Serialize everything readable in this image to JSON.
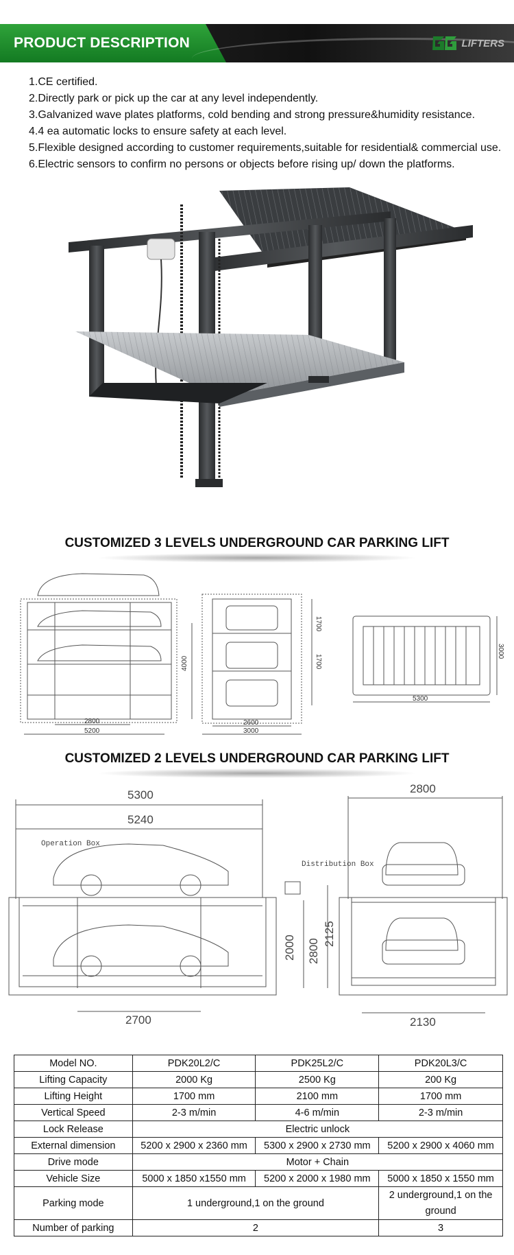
{
  "banner": {
    "title": "PRODUCT DESCRIPTION",
    "brand": "LIFTERS"
  },
  "features": [
    "1.CE certified.",
    "2.Directly park or pick up the car at any level independently.",
    "3.Galvanized wave plates platforms, cold bending and strong pressure&humidity resistance.",
    "4.4 ea automatic locks to ensure safety at each level.",
    "5.Flexible designed according to customer requirements,suitable for residential& commercial use.",
    "6.Electric sensors to confirm no persons or objects before rising up/ down the platforms."
  ],
  "section3": {
    "title": "CUSTOMIZED 3 LEVELS UNDERGROUND CAR PARKING LIFT",
    "dims": {
      "level_h1": "1700",
      "level_h2": "1700",
      "depth": "4000",
      "inner_w": "2800",
      "outer_w": "5200",
      "side_inner": "2600",
      "side_outer": "3000",
      "top_len": "5300",
      "top_w": "3000"
    }
  },
  "section2": {
    "title": "CUSTOMIZED 2 LEVELS UNDERGROUND CAR PARKING LIFT",
    "dims": {
      "outer_len": "5300",
      "inner_len": "5240",
      "pit_len": "2700",
      "pit_depth": "2000",
      "total_depth": "2800",
      "side_depth": "2125",
      "side_width_top": "2800",
      "side_width_bottom": "2130"
    },
    "labels": {
      "operation_box": "Operation Box",
      "distribution_box": "Distribution Box"
    }
  },
  "table": {
    "header": [
      "Model NO.",
      "PDK20L2/C",
      "PDK25L2/C",
      "PDK20L3/C"
    ],
    "lifting_capacity": [
      "Lifting Capacity",
      "2000 Kg",
      "2500 Kg",
      "200 Kg"
    ],
    "lifting_height": [
      "Lifting Height",
      "1700 mm",
      "2100 mm",
      "1700 mm"
    ],
    "vertical_speed": [
      "Vertical Speed",
      "2-3 m/min",
      "4-6 m/min",
      "2-3 m/min"
    ],
    "lock_release": [
      "Lock Release",
      "Electric unlock"
    ],
    "external_dimension": [
      "External dimension",
      "5200 x 2900 x 2360 mm",
      "5300 x 2900 x 2730 mm",
      "5200 x 2900 x 4060 mm"
    ],
    "drive_mode": [
      "Drive mode",
      "Motor + Chain"
    ],
    "vehicle_size": [
      "Vehicle Size",
      "5000 x 1850 x1550 mm",
      "5200 x 2000 x 1980 mm",
      "5000 x 1850 x 1550 mm"
    ],
    "parking_mode": [
      "Parking mode",
      "1 underground,1 on the ground",
      "2 underground,1 on the ground"
    ],
    "number_of_parking": [
      "Number of parking",
      "2",
      "3"
    ]
  },
  "colors": {
    "banner_green": "#1f8f2e",
    "banner_dark": "#1a1a1a",
    "steel": "#3a3c3e",
    "drawing_line": "#555555"
  }
}
